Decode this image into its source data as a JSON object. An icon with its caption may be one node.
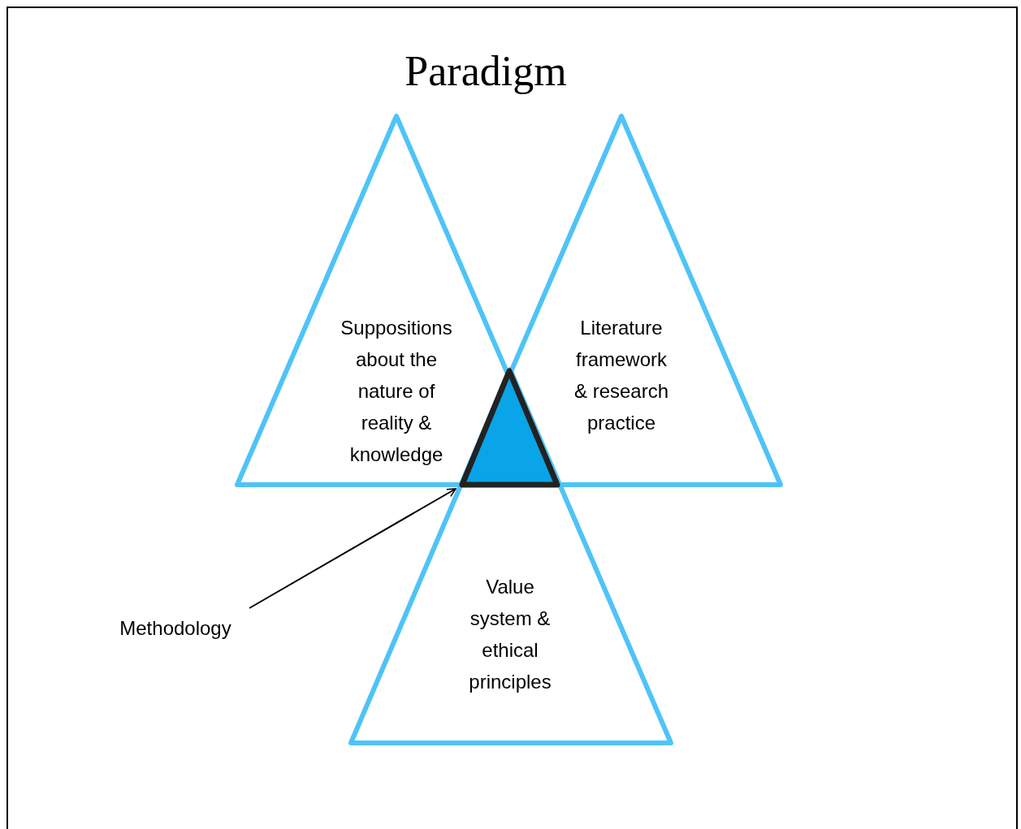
{
  "diagram": {
    "title": "Paradigm",
    "nodes": [
      {
        "text": [
          "Suppositions about the nature of reality & knowledge"
        ]
      },
      {
        "text": [
          "Literature framework & research practice"
        ]
      },
      {
        "text": [
          "Value system & ethical principles"
        ]
      },
      {
        "text": [],
        "shape": "triangle"
      },
      {
        "text": [
          "Methodology"
        ]
      }
    ],
    "edges": [
      {
        "from": 4,
        "to": 3,
        "arrow": "to"
      }
    ]
  }
}
